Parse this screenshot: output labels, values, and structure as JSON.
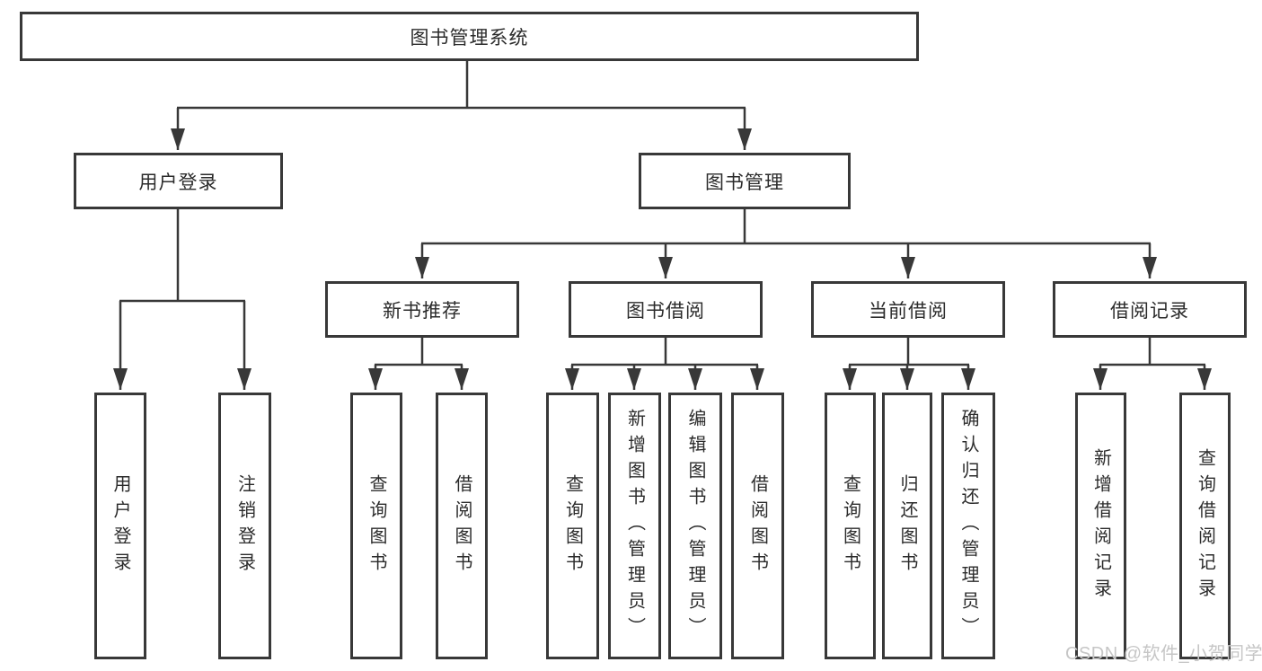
{
  "diagram_type": "hierarchy-tree",
  "tree": {
    "root": {
      "label": "图书管理系统"
    },
    "children": [
      {
        "label": "用户登录",
        "children": [
          {
            "label": "用户登录"
          },
          {
            "label": "注销登录"
          }
        ]
      },
      {
        "label": "图书管理",
        "children": [
          {
            "label": "新书推荐",
            "children": [
              {
                "label": "查询图书"
              },
              {
                "label": "借阅图书"
              }
            ]
          },
          {
            "label": "图书借阅",
            "children": [
              {
                "label": "查询图书"
              },
              {
                "label": "新增图书（管理员）"
              },
              {
                "label": "编辑图书（管理员）"
              },
              {
                "label": "借阅图书"
              }
            ]
          },
          {
            "label": "当前借阅",
            "children": [
              {
                "label": "查询图书"
              },
              {
                "label": "归还图书"
              },
              {
                "label": "确认归还（管理员）"
              }
            ]
          },
          {
            "label": "借阅记录",
            "children": [
              {
                "label": "新增借阅记录"
              },
              {
                "label": "查询借阅记录"
              }
            ]
          }
        ]
      }
    ]
  },
  "watermark": {
    "text": "CSDN @软件_小贺同学"
  },
  "colors": {
    "line": "#383838",
    "text": "#2b2b2b",
    "watermark": "#c6c6c6",
    "background": "#ffffff"
  }
}
